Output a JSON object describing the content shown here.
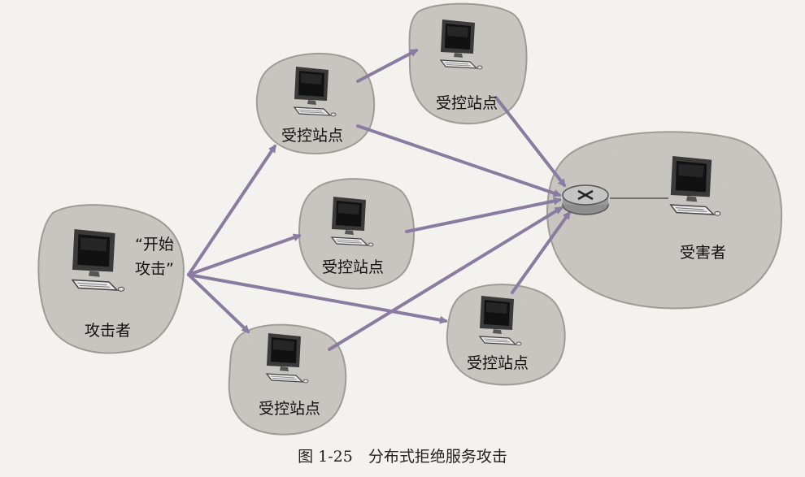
{
  "attacker": {
    "label": "攻击者",
    "command": "“开始\n攻击”"
  },
  "victim": {
    "label": "受害者"
  },
  "zombies": [
    {
      "label": "受控站点"
    },
    {
      "label": "受控站点"
    },
    {
      "label": "受控站点"
    },
    {
      "label": "受控站点"
    },
    {
      "label": "受控站点"
    }
  ],
  "caption": "图 1-25　分布式拒绝服务攻击",
  "colors": {
    "arrow": "#8a7ba0",
    "blob": "#c9c6c1",
    "blob_edge": "#9d9a95"
  }
}
